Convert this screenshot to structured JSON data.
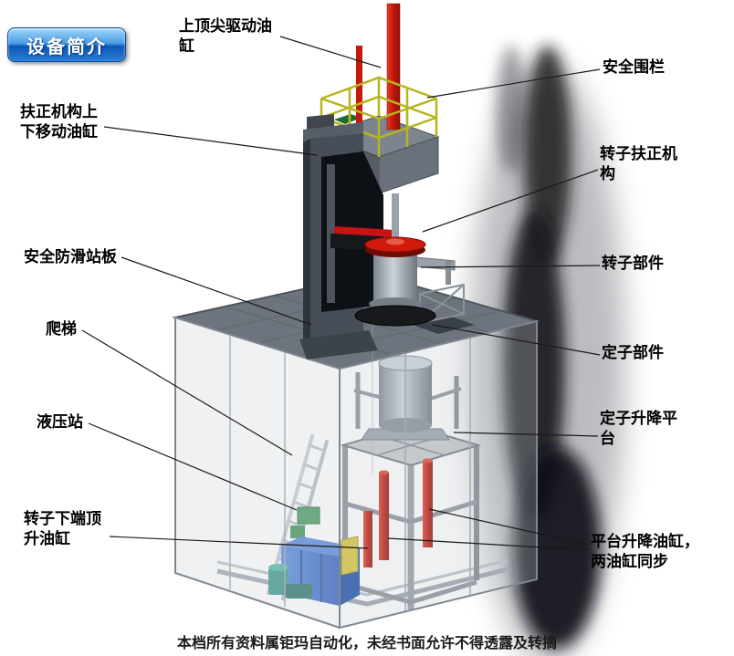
{
  "header": {
    "badge": "设备简介"
  },
  "footer": {
    "text": "本档所有资料属钜玛自动化，未经书面允许不得透露及转摘"
  },
  "labels": {
    "top_center_cylinder": "上顶尖驱动油缸",
    "safety_fence": "安全围栏",
    "centering_updown_cylinder": "扶正机构上下移动油缸",
    "rotor_centering_mechanism": "转子扶正机构",
    "anti_slip_platform": "安全防滑站板",
    "rotor_component": "转子部件",
    "ladder": "爬梯",
    "stator_component": "定子部件",
    "hydraulic_station": "液压站",
    "stator_lift_platform": "定子升降平台",
    "rotor_bottom_jack_cylinder": "转子下端顶升油缸",
    "platform_lift_cylinders": "平台升降油缸，两油缸同步"
  },
  "colors": {
    "badge_blue": "#1565c8",
    "cylinder_red": "#d21e12",
    "railing_yellow": "#b5b51f",
    "hydraulic_blue": "#2f62c4",
    "structure_gray": "#6e747d"
  }
}
